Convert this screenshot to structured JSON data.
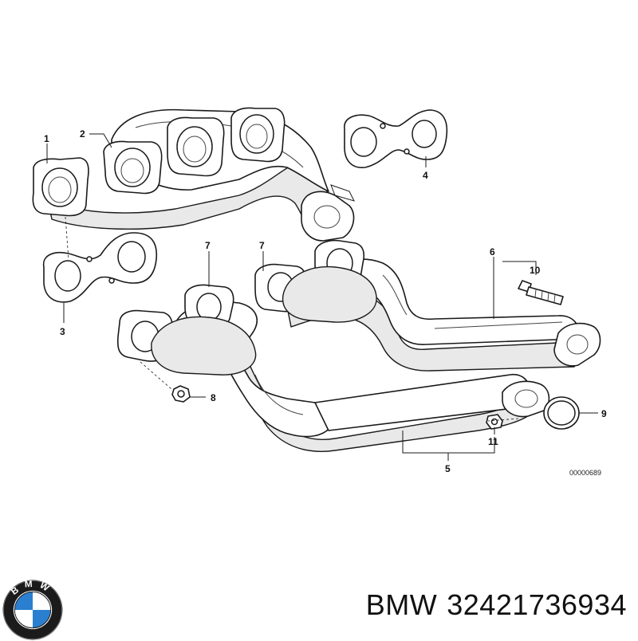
{
  "diagram": {
    "callouts": {
      "c1": "1",
      "c2": "2",
      "c3": "3",
      "c4": "4",
      "c5": "5",
      "c6": "6",
      "c7a": "7",
      "c7b": "7",
      "c8": "8",
      "c9": "9",
      "c10": "10",
      "c11": "11"
    },
    "drawing_id": "00000689"
  },
  "footer": {
    "logo_letters": "BMW",
    "brand": "BMW",
    "part_number": "32421736934"
  },
  "colors": {
    "logo_blue": "#2b7fd0",
    "logo_white": "#ffffff",
    "logo_ring": "#1b1b1b"
  }
}
